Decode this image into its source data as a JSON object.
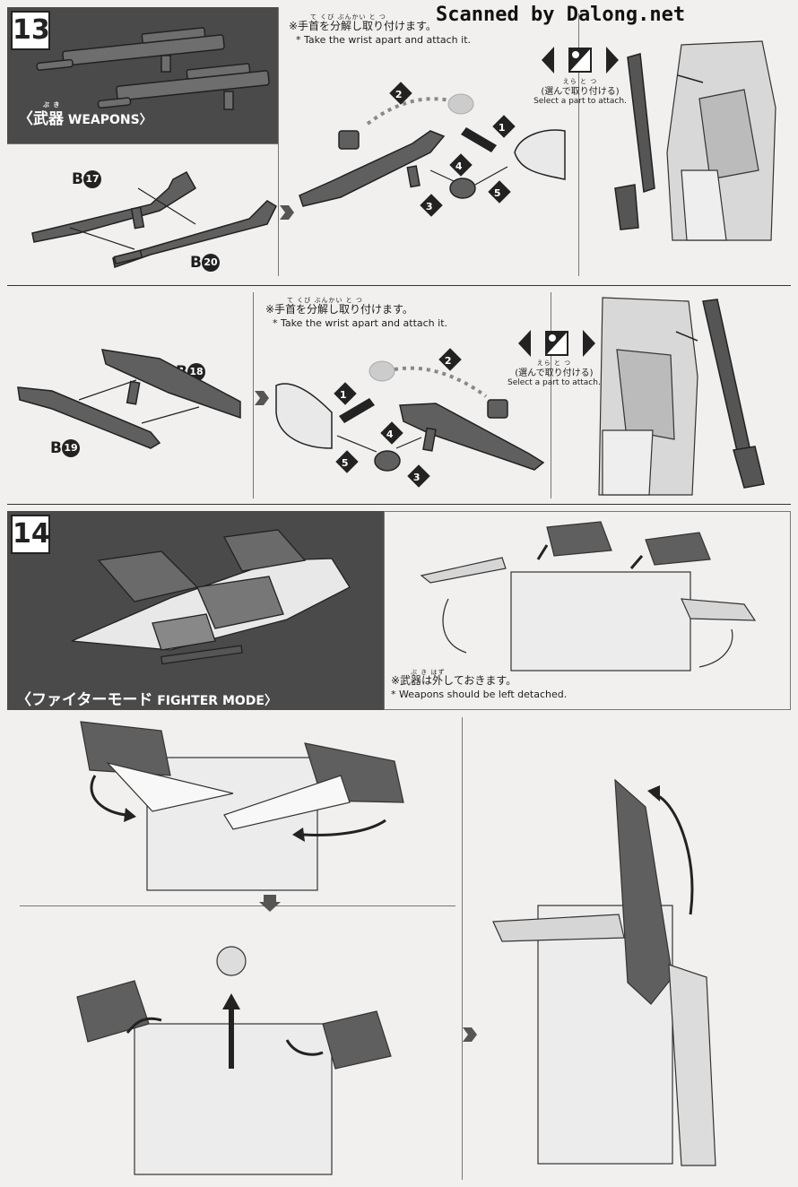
{
  "watermark": "Scanned by Dalong.net",
  "step13": {
    "badge": "13",
    "title_ruby": "ぶ き",
    "title_jp": "〈武器",
    "title_en": "WEAPONS〉",
    "top": {
      "note_ruby": "て くび ぶんかい と つ",
      "note_jp": "※手首を分解し取り付けます。",
      "note_en": "* Take the wrist apart and attach it.",
      "select_ruby": "えら と つ",
      "select_jp": "(選んで取り付ける)",
      "select_en": "Select a part to attach.",
      "part_a_letter": "B",
      "part_a_num": "17",
      "part_b_letter": "B",
      "part_b_num": "20",
      "steps": [
        "1",
        "2",
        "3",
        "4",
        "5"
      ]
    },
    "bottom": {
      "note_ruby": "て くび ぶんかい と つ",
      "note_jp": "※手首を分解し取り付けます。",
      "note_en": "* Take the wrist apart and attach it.",
      "select_ruby": "えら と つ",
      "select_jp": "(選んで取り付ける)",
      "select_en": "Select a part to attach.",
      "part_a_letter": "B",
      "part_a_num": "18",
      "part_b_letter": "B",
      "part_b_num": "19",
      "steps": [
        "1",
        "2",
        "3",
        "4",
        "5"
      ]
    }
  },
  "step14": {
    "badge": "14",
    "title_jp": "〈ファイターモード",
    "title_en": "FIGHTER MODE〉",
    "note_ruby": "ぶ き はず",
    "note_jp": "※武器は外しておきます。",
    "note_en": "* Weapons should be left detached."
  },
  "colors": {
    "dark_panel": "#4a4a4a",
    "paper": "#f1f0ee",
    "ink": "#1d1d1d"
  }
}
